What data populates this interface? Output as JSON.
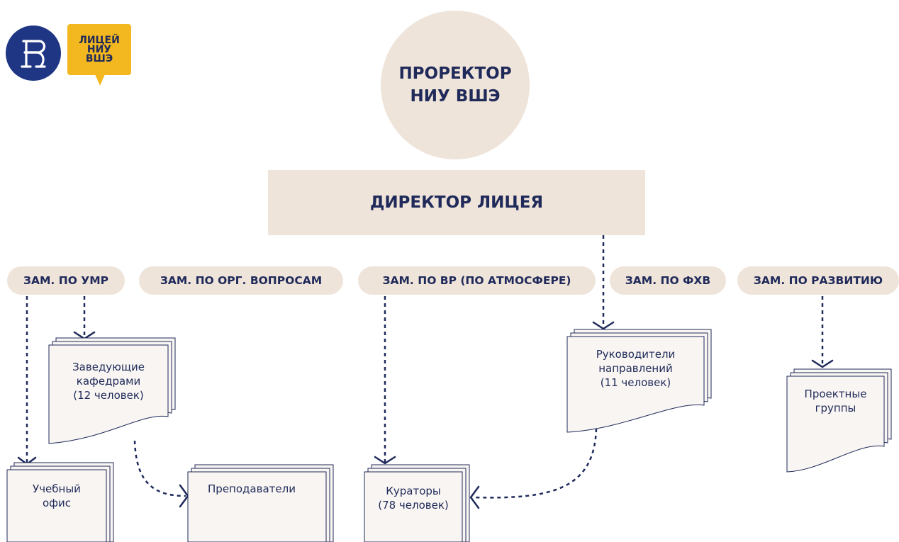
{
  "logos": {
    "lyceum_lines": [
      "ЛИЦЕЙ",
      "НИУ",
      "ВШЭ"
    ]
  },
  "top": {
    "prorector_lines": [
      "ПРОРЕКТОР",
      "НИУ ВШЭ"
    ],
    "director": "ДИРЕКТОР ЛИЦЕЯ"
  },
  "deputies": [
    "ЗАМ. ПО УМР",
    "ЗАМ. ПО ОРГ. ВОПРОСАМ",
    "ЗАМ. ПО ВР (ПО АТМОСФЕРЕ)",
    "ЗАМ. ПО ФХВ",
    "ЗАМ. ПО РАЗВИТИЮ"
  ],
  "units": {
    "heads_of_departments": [
      "Заведующие",
      "кафедрами",
      "(12 человек)"
    ],
    "academic_office": [
      "Учебный",
      "офис"
    ],
    "teachers": [
      "Преподаватели"
    ],
    "curators": [
      "Кураторы",
      "(78 человек)"
    ],
    "heads_of_directions": [
      "Руководители",
      "направлений",
      "(11 человек)"
    ],
    "project_groups": [
      "Проектные",
      "группы"
    ]
  },
  "colors": {
    "beige": "#efe4da",
    "navy": "#1f2a5a",
    "hse_blue": "#1f3684",
    "lyceum_yellow": "#f3b81f",
    "doc_fill": "#f8f5f2"
  }
}
